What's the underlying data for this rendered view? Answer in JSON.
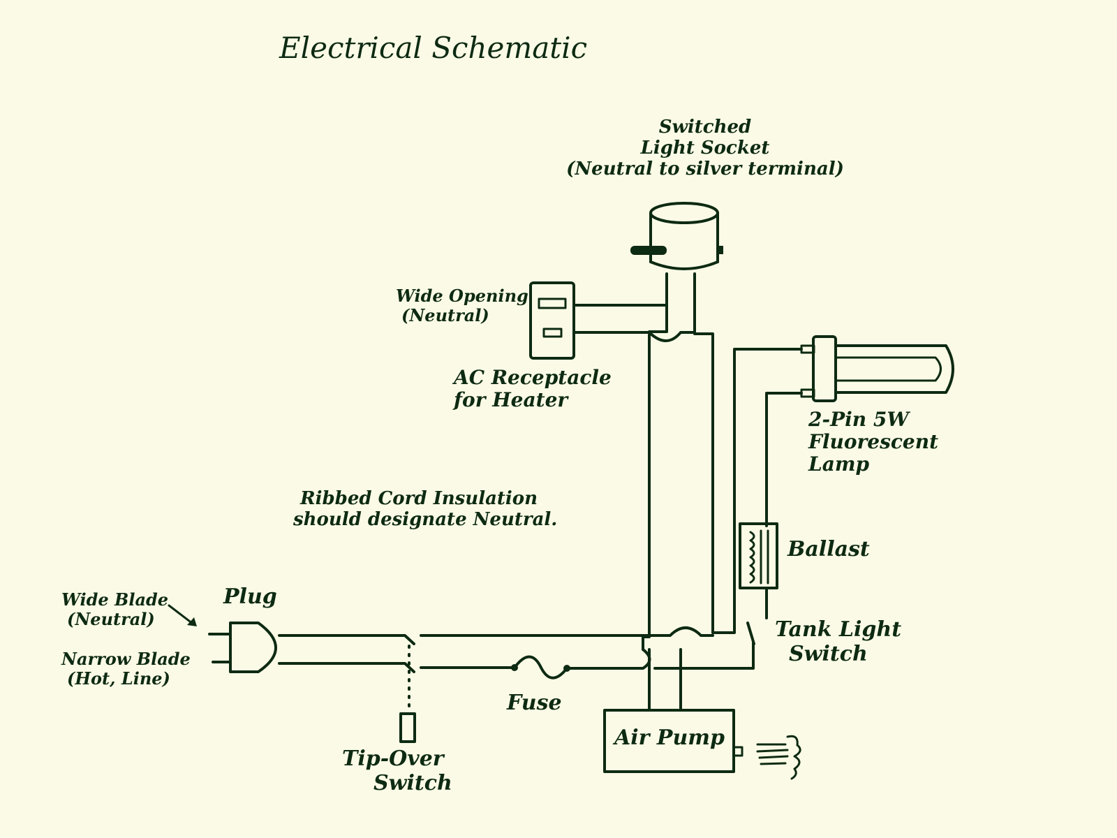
{
  "title": "Electrical Schematic",
  "labels": {
    "light_socket": [
      "Switched",
      "Light Socket",
      "(Neutral to silver terminal)"
    ],
    "wide_opening": [
      "Wide Opening",
      "(Neutral)"
    ],
    "receptacle": [
      "AC Receptacle",
      "for Heater"
    ],
    "lamp": [
      "2-Pin 5W",
      "Fluorescent",
      "Lamp"
    ],
    "ribbed_note": [
      "Ribbed Cord Insulation",
      "should designate Neutral."
    ],
    "ballast": "Ballast",
    "wide_blade": [
      "Wide Blade",
      "(Neutral)"
    ],
    "narrow_blade": [
      "Narrow Blade",
      "(Hot, Line)"
    ],
    "plug": "Plug",
    "tank_light_switch": [
      "Tank Light",
      "Switch"
    ],
    "fuse": "Fuse",
    "air_pump": "Air Pump",
    "tip_over_switch": [
      "Tip-Over",
      "Switch"
    ]
  },
  "colors": {
    "ink": "#0d2a12",
    "paper": "#fbfae6"
  }
}
